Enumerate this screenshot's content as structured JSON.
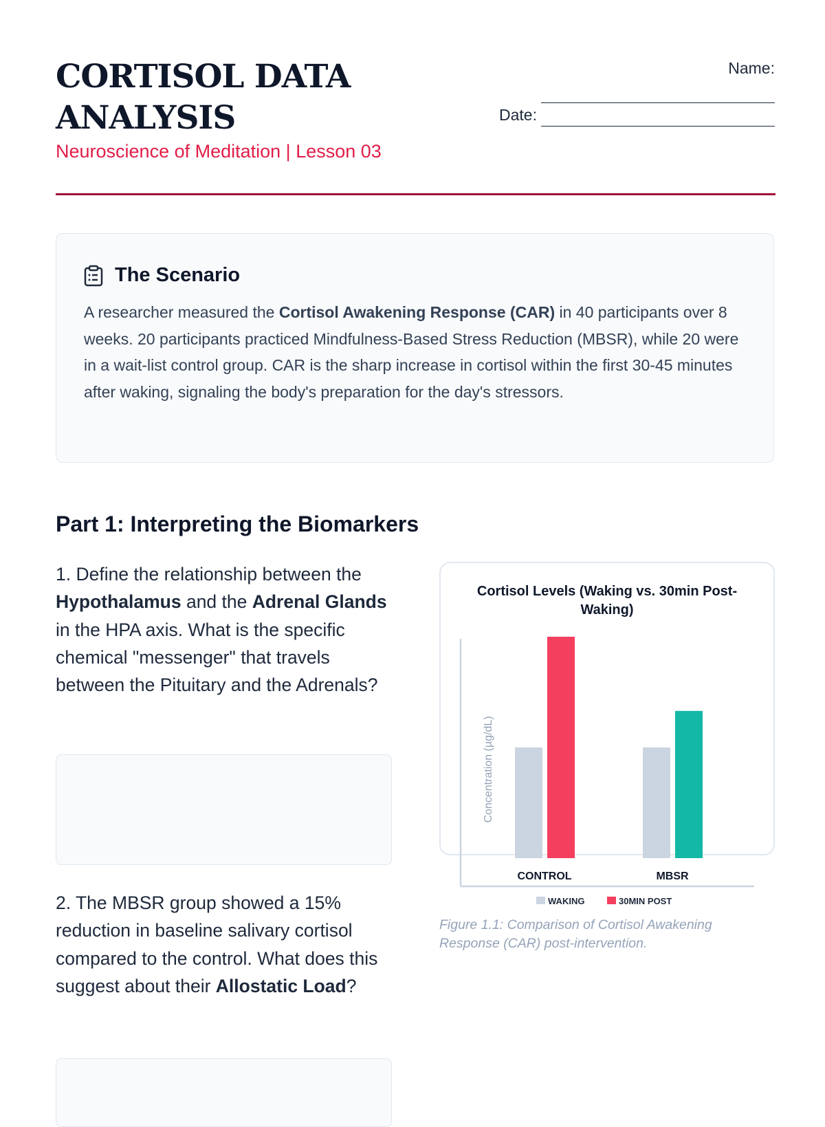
{
  "header": {
    "title": "CORTISOL DATA ANALYSIS",
    "subtitle": "Neuroscience of Meditation | Lesson 03",
    "name_label": "Name:",
    "date_label": "Date:"
  },
  "scenario": {
    "icon": "clipboard-list-icon",
    "heading": "The Scenario",
    "text_pre": "A researcher measured the ",
    "text_bold": "Cortisol Awakening Response (CAR)",
    "text_post": " in 40 participants over 8 weeks. 20 participants practiced Mindfulness-Based Stress Reduction (MBSR), while 20 were in a wait-list control group. CAR is the sharp increase in cortisol within the first 30-45 minutes after waking, signaling the body's preparation for the day's stressors."
  },
  "part1": {
    "heading": "Part 1: Interpreting the Biomarkers",
    "q1": {
      "a": "1. Define the relationship between the ",
      "b": "Hypothalamus",
      "c": " and the ",
      "d": "Adrenal Glands",
      "e": " in the HPA axis. What is the specific chemical \"messenger\" that travels between the Pituitary and the Adrenals?"
    },
    "q2": {
      "a": "2. The MBSR group showed a 15% reduction in baseline salivary cortisol compared to the control. What does this suggest about their ",
      "b": "Allostatic Load",
      "c": "?"
    }
  },
  "figure_caption": "Figure 1.1: Comparison of Cortisol Awakening Response (CAR) post-intervention.",
  "chart_data": {
    "type": "bar",
    "title": "Cortisol Levels (Waking vs. 30min Post-Waking)",
    "categories": [
      "CONTROL",
      "MBSR"
    ],
    "series": [
      {
        "name": "WAKING",
        "values": [
          10,
          10
        ],
        "color": "#cbd5e1"
      },
      {
        "name": "30MIN POST",
        "values": [
          20,
          13.3
        ],
        "colors": [
          "#f43f5e",
          "#14b8a6"
        ]
      }
    ],
    "xlabel": "",
    "ylabel": "Concentration (µg/dL)",
    "ylim": [
      0,
      20
    ],
    "grid": false,
    "legend": "bottom"
  }
}
